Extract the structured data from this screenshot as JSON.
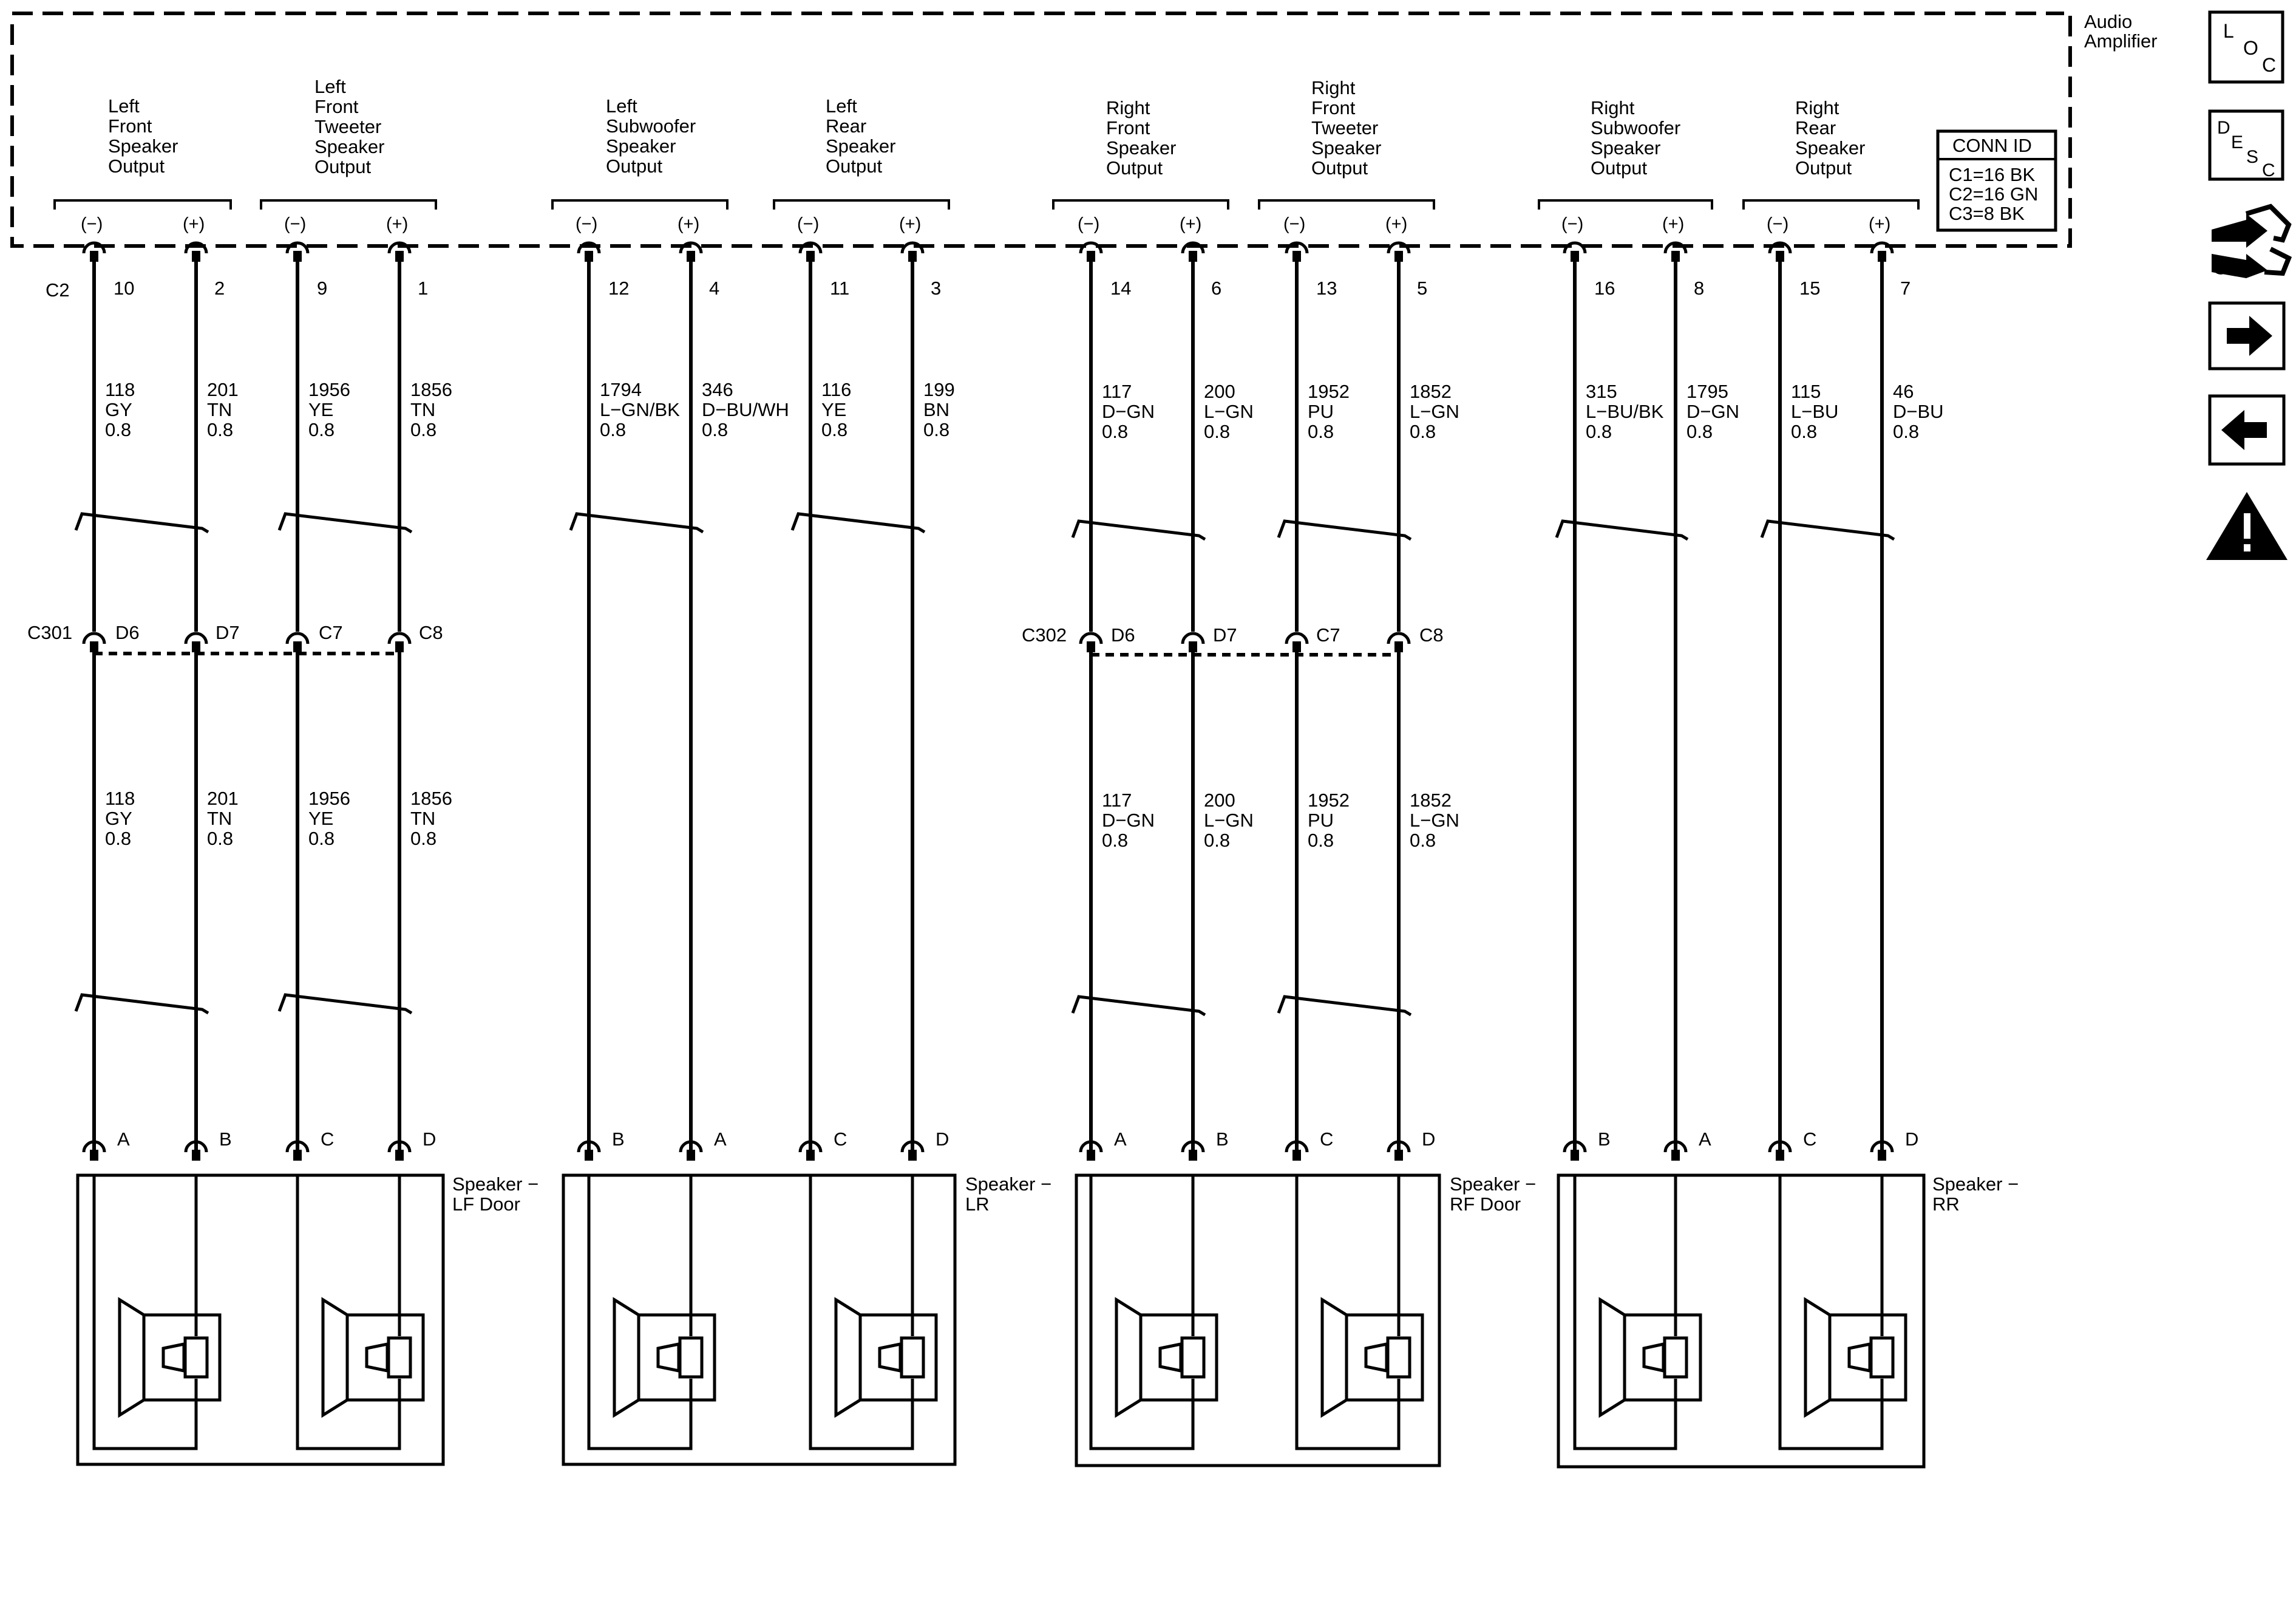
{
  "amplifier": {
    "name": "Audio Amplifier",
    "connector": "C2",
    "conn_id": {
      "title": "CONN ID",
      "rows": [
        "C1=16 BK",
        "C2=16 GN",
        "C3=8 BK"
      ]
    },
    "outputs": [
      {
        "label": [
          "Left",
          "Front",
          "Speaker",
          "Output"
        ]
      },
      {
        "label": [
          "Left",
          "Front",
          "Tweeter",
          "Speaker",
          "Output"
        ]
      },
      {
        "label": [
          "Left",
          "Subwoofer",
          "Speaker",
          "Output"
        ]
      },
      {
        "label": [
          "Left",
          "Rear",
          "Speaker",
          "Output"
        ]
      },
      {
        "label": [
          "Right",
          "Front",
          "Speaker",
          "Output"
        ]
      },
      {
        "label": [
          "Right",
          "Front",
          "Tweeter",
          "Speaker",
          "Output"
        ]
      },
      {
        "label": [
          "Right",
          "Subwoofer",
          "Speaker",
          "Output"
        ]
      },
      {
        "label": [
          "Right",
          "Rear",
          "Speaker",
          "Output"
        ]
      }
    ],
    "polarity_labels": [
      "(−)",
      "(+)"
    ]
  },
  "wires": [
    {
      "pin": "10",
      "circuit": "118",
      "color": "GY",
      "gauge": "0.8",
      "inline_connector": "C301",
      "inline_pin": "D6",
      "speaker_pin": "A"
    },
    {
      "pin": "2",
      "circuit": "201",
      "color": "TN",
      "gauge": "0.8",
      "inline_connector": "C301",
      "inline_pin": "D7",
      "speaker_pin": "B"
    },
    {
      "pin": "9",
      "circuit": "1956",
      "color": "YE",
      "gauge": "0.8",
      "inline_connector": "C301",
      "inline_pin": "C7",
      "speaker_pin": "C"
    },
    {
      "pin": "1",
      "circuit": "1856",
      "color": "TN",
      "gauge": "0.8",
      "inline_connector": "C301",
      "inline_pin": "C8",
      "speaker_pin": "D"
    },
    {
      "pin": "12",
      "circuit": "1794",
      "color": "L−GN/BK",
      "gauge": "0.8",
      "inline_connector": "",
      "inline_pin": "",
      "speaker_pin": "B"
    },
    {
      "pin": "4",
      "circuit": "346",
      "color": "D−BU/WH",
      "gauge": "0.8",
      "inline_connector": "",
      "inline_pin": "",
      "speaker_pin": "A"
    },
    {
      "pin": "11",
      "circuit": "116",
      "color": "YE",
      "gauge": "0.8",
      "inline_connector": "",
      "inline_pin": "",
      "speaker_pin": "C"
    },
    {
      "pin": "3",
      "circuit": "199",
      "color": "BN",
      "gauge": "0.8",
      "inline_connector": "",
      "inline_pin": "",
      "speaker_pin": "D"
    },
    {
      "pin": "14",
      "circuit": "117",
      "color": "D−GN",
      "gauge": "0.8",
      "inline_connector": "C302",
      "inline_pin": "D6",
      "speaker_pin": "A"
    },
    {
      "pin": "6",
      "circuit": "200",
      "color": "L−GN",
      "gauge": "0.8",
      "inline_connector": "C302",
      "inline_pin": "D7",
      "speaker_pin": "B"
    },
    {
      "pin": "13",
      "circuit": "1952",
      "color": "PU",
      "gauge": "0.8",
      "inline_connector": "C302",
      "inline_pin": "C7",
      "speaker_pin": "C"
    },
    {
      "pin": "5",
      "circuit": "1852",
      "color": "L−GN",
      "gauge": "0.8",
      "inline_connector": "C302",
      "inline_pin": "C8",
      "speaker_pin": "D"
    },
    {
      "pin": "16",
      "circuit": "315",
      "color": "L−BU/BK",
      "gauge": "0.8",
      "inline_connector": "",
      "inline_pin": "",
      "speaker_pin": "B"
    },
    {
      "pin": "8",
      "circuit": "1795",
      "color": "D−GN",
      "gauge": "0.8",
      "inline_connector": "",
      "inline_pin": "",
      "speaker_pin": "A"
    },
    {
      "pin": "15",
      "circuit": "115",
      "color": "L−BU",
      "gauge": "0.8",
      "inline_connector": "",
      "inline_pin": "",
      "speaker_pin": "C"
    },
    {
      "pin": "7",
      "circuit": "46",
      "color": "D−BU",
      "gauge": "0.8",
      "inline_connector": "",
      "inline_pin": "",
      "speaker_pin": "D"
    }
  ],
  "speakers": [
    {
      "label": [
        "Speaker −",
        "LF Door"
      ]
    },
    {
      "label": [
        "Speaker −",
        "LR"
      ]
    },
    {
      "label": [
        "Speaker −",
        "RF Door"
      ]
    },
    {
      "label": [
        "Speaker −",
        "RR"
      ]
    }
  ],
  "side_toolbar": [
    {
      "name": "loc-icon",
      "text": "LOC"
    },
    {
      "name": "desc-icon",
      "text": "DESC"
    },
    {
      "name": "connector-info-icon",
      "text": ""
    },
    {
      "name": "next-arrow-icon",
      "text": ""
    },
    {
      "name": "back-arrow-icon",
      "text": ""
    },
    {
      "name": "warning-icon",
      "text": ""
    }
  ]
}
